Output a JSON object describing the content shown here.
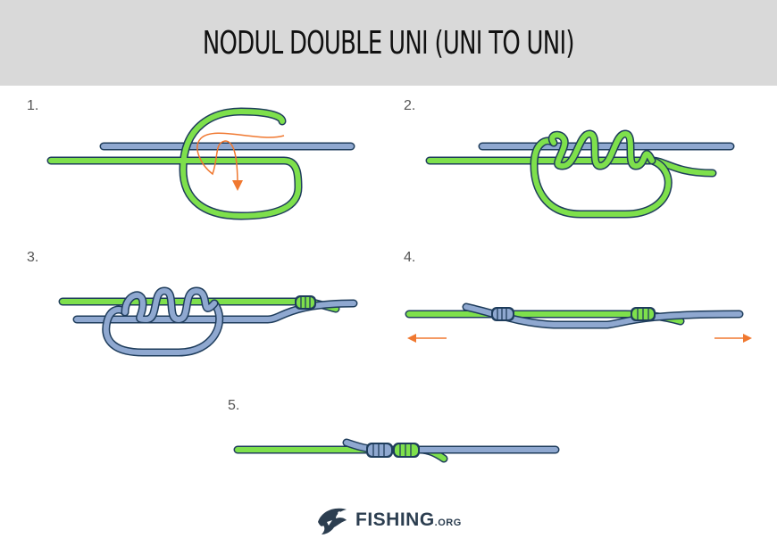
{
  "header": {
    "title": "NODUL DOUBLE UNI (UNI TO UNI)"
  },
  "steps": [
    {
      "number": "1."
    },
    {
      "number": "2."
    },
    {
      "number": "3."
    },
    {
      "number": "4."
    },
    {
      "number": "5."
    }
  ],
  "logo": {
    "name": "FISHING",
    "suffix": ".ORG",
    "icon": "fish-logo-icon"
  },
  "colors": {
    "green_line": "#7ee04c",
    "blue_line": "#8fa8d0",
    "outline": "#1f3d5c",
    "arrow": "#f07830",
    "header_bg": "#d9d9d9"
  }
}
